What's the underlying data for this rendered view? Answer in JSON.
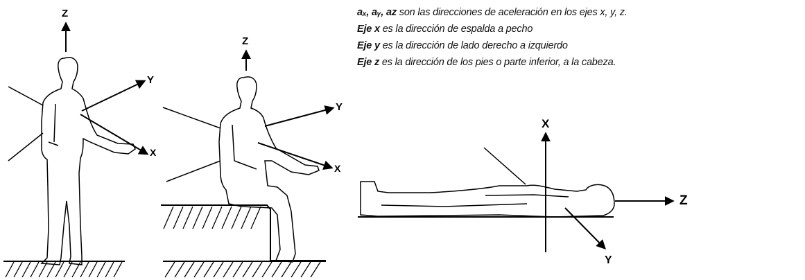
{
  "legend": {
    "line1": "aₓ, aᵧ, a𝑧 son las direcciones de aceleración en los ejes x, y, z.",
    "line1_prefix": "aₓ, aᵧ, a",
    "line1_z": "z",
    "line1_rest": " son las direcciones de aceleración en los ejes x, y, z.",
    "line2_bold": "Eje x",
    "line2_rest": " es la dirección de espalda a pecho",
    "line3_bold": "Eje y",
    "line3_rest": " es la dirección de lado derecho a izquierdo",
    "line4_bold": "Eje z",
    "line4_rest": " es la dirección de los pies o parte inferior, a la cabeza."
  },
  "figures": {
    "standing": {
      "z": "Z",
      "y": "Y",
      "x": "X"
    },
    "seated": {
      "z": "Z",
      "y": "Y",
      "x": "X"
    },
    "lying": {
      "x": "X",
      "z": "Z",
      "y": "Y"
    }
  }
}
